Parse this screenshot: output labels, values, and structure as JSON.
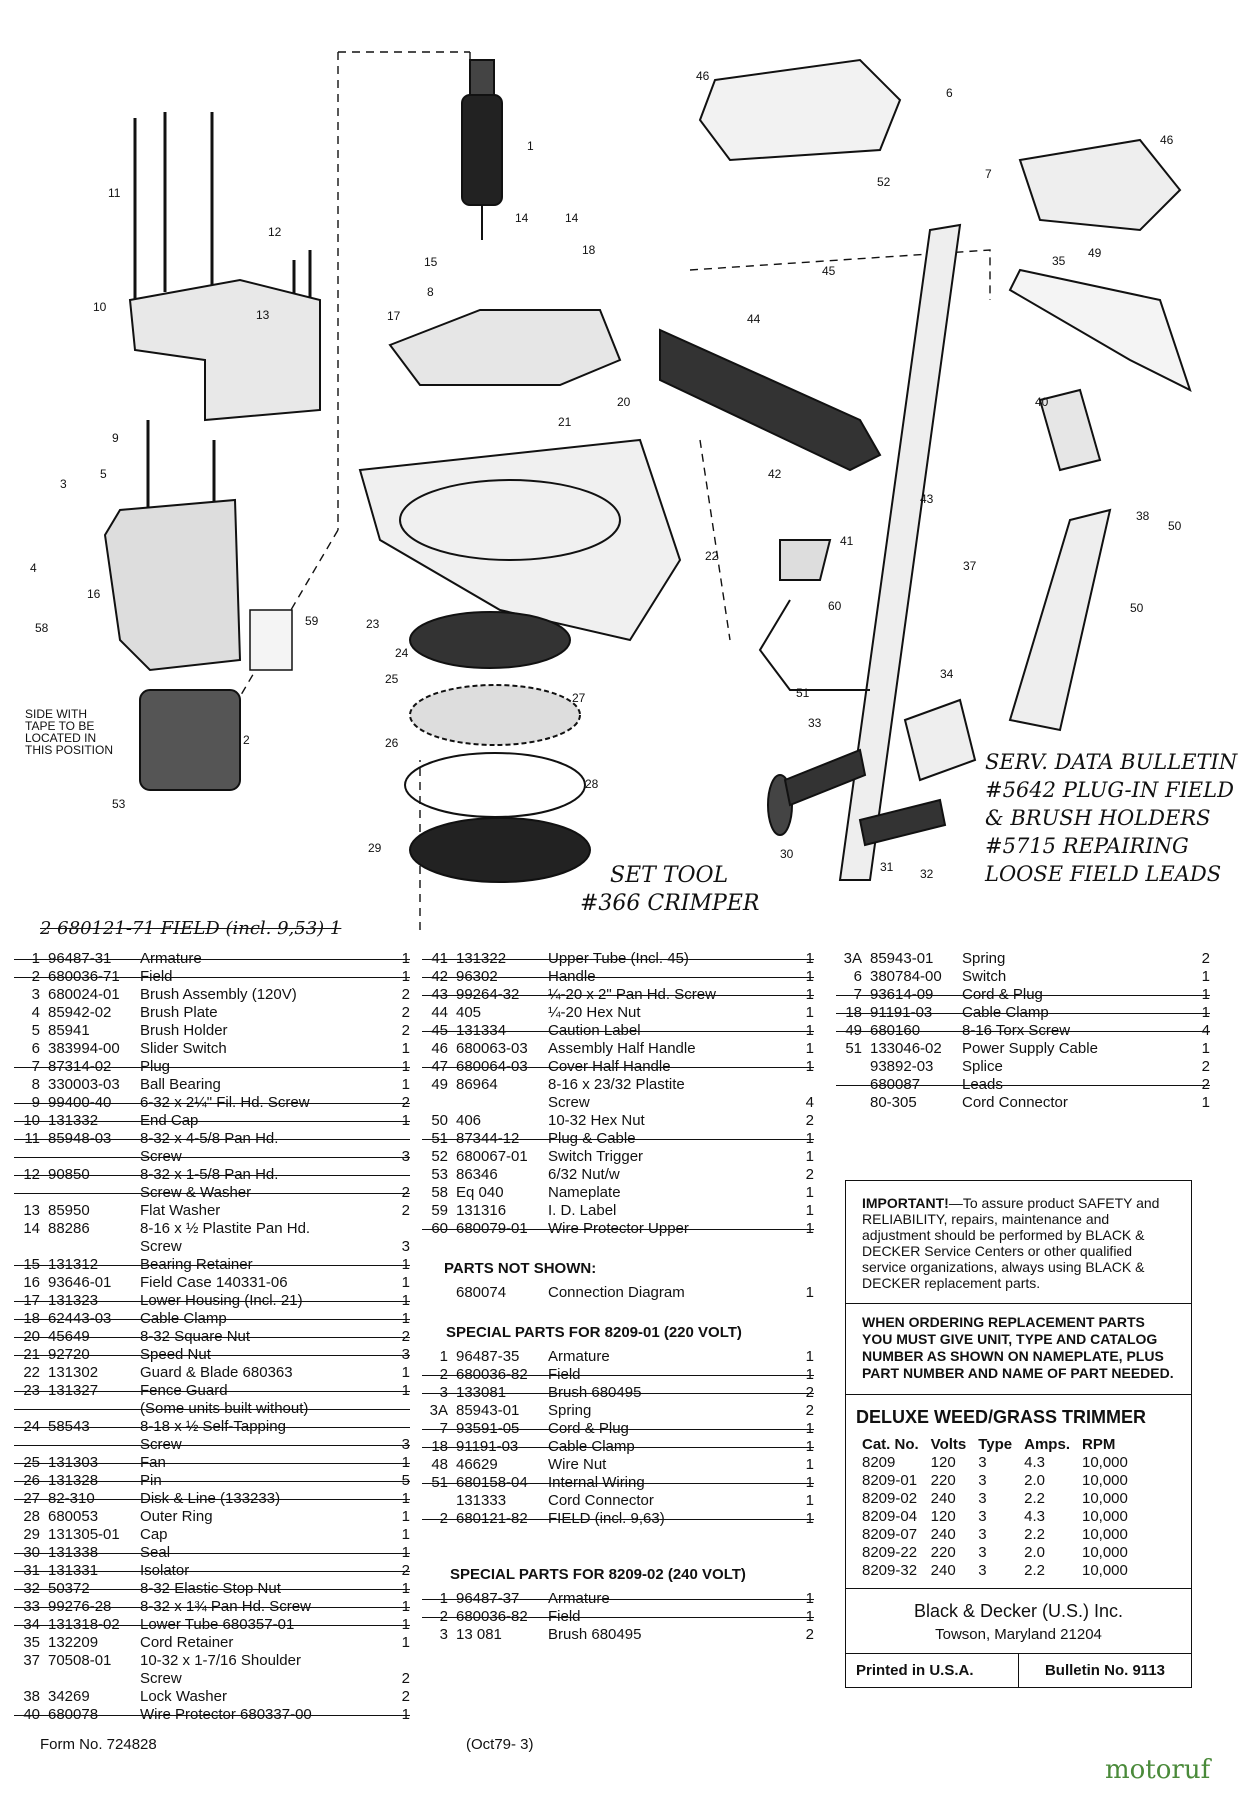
{
  "handwritten": {
    "serv_bulletin": [
      "SERV. DATA BULLETIN",
      "#5642 PLUG-IN FIELD",
      "& BRUSH HOLDERS",
      "#5715 REPAIRING",
      "LOOSE FIELD LEADS"
    ],
    "set_tool": [
      "SET TOOL",
      "#366 CRIMPER"
    ],
    "field_top": "2  680121-71  FIELD (incl. 9,53)  1"
  },
  "side_note": [
    "SIDE WITH",
    "TAPE TO BE",
    "LOCATED IN",
    "THIS POSITION"
  ],
  "callouts": [
    "1",
    "2",
    "3",
    "4",
    "5",
    "6",
    "7",
    "8",
    "9",
    "10",
    "11",
    "12",
    "13",
    "14",
    "14",
    "15",
    "16",
    "17",
    "18",
    "20",
    "21",
    "22",
    "23",
    "24",
    "25",
    "26",
    "27",
    "28",
    "29",
    "30",
    "31",
    "32",
    "33",
    "34",
    "35",
    "37",
    "38",
    "40",
    "41",
    "42",
    "43",
    "44",
    "45",
    "46",
    "46",
    "49",
    "50",
    "50",
    "51",
    "52",
    "53",
    "58",
    "59",
    "60"
  ],
  "col1": [
    {
      "no": "1",
      "pn": "96487-31",
      "desc": "Armature",
      "qty": "1",
      "struck": true
    },
    {
      "no": "2",
      "pn": "680036-71",
      "desc": "Field",
      "qty": "1",
      "struck": true
    },
    {
      "no": "3",
      "pn": "680024-01",
      "desc": "Brush Assembly (120V)",
      "qty": "2",
      "struck": false
    },
    {
      "no": "4",
      "pn": "85942-02",
      "desc": "Brush Plate",
      "qty": "2",
      "struck": false
    },
    {
      "no": "5",
      "pn": "85941",
      "desc": "Brush Holder",
      "qty": "2",
      "struck": false
    },
    {
      "no": "6",
      "pn": "383994-00",
      "desc": "Slider Switch",
      "qty": "1",
      "struck": false
    },
    {
      "no": "7",
      "pn": "87314-02",
      "desc": "Plug",
      "qty": "1",
      "struck": true
    },
    {
      "no": "8",
      "pn": "330003-03",
      "desc": "Ball Bearing",
      "qty": "1",
      "struck": false
    },
    {
      "no": "9",
      "pn": "99400-40",
      "desc": "6-32 x 2¼\" Fil. Hd. Screw",
      "qty": "2",
      "struck": true
    },
    {
      "no": "10",
      "pn": "131332",
      "desc": "End Cap",
      "qty": "1",
      "struck": true
    },
    {
      "no": "11",
      "pn": "85948-03",
      "desc": "8-32 x 4-5/8 Pan Hd.",
      "qty": "",
      "struck": true
    },
    {
      "no": "",
      "pn": "",
      "desc": "Screw",
      "qty": "3",
      "struck": true,
      "cont": true
    },
    {
      "no": "12",
      "pn": "90850",
      "desc": "8-32 x 1-5/8 Pan Hd.",
      "qty": "",
      "struck": true
    },
    {
      "no": "",
      "pn": "",
      "desc": "Screw & Washer",
      "qty": "2",
      "struck": true,
      "cont": true
    },
    {
      "no": "13",
      "pn": "85950",
      "desc": "Flat Washer",
      "qty": "2",
      "struck": false
    },
    {
      "no": "14",
      "pn": "88286",
      "desc": "8-16 x ½ Plastite Pan Hd.",
      "qty": "",
      "struck": false
    },
    {
      "no": "",
      "pn": "",
      "desc": "Screw",
      "qty": "3",
      "struck": false,
      "cont": true
    },
    {
      "no": "15",
      "pn": "131312",
      "desc": "Bearing Retainer",
      "qty": "1",
      "struck": true
    },
    {
      "no": "16",
      "pn": "93646-01",
      "desc": "Field Case 140331-06",
      "qty": "1",
      "struck": false
    },
    {
      "no": "17",
      "pn": "131323",
      "desc": "Lower Housing (Incl. 21)",
      "qty": "1",
      "struck": true
    },
    {
      "no": "18",
      "pn": "62443-03",
      "desc": "Cable Clamp",
      "qty": "1",
      "struck": true
    },
    {
      "no": "20",
      "pn": "45649",
      "desc": "8-32 Square Nut",
      "qty": "2",
      "struck": true
    },
    {
      "no": "21",
      "pn": "92720",
      "desc": "Speed Nut",
      "qty": "3",
      "struck": true
    },
    {
      "no": "22",
      "pn": "131302",
      "desc": "Guard & Blade 680363",
      "qty": "1",
      "struck": false
    },
    {
      "no": "23",
      "pn": "131327",
      "desc": "Fence Guard",
      "qty": "1",
      "struck": true
    },
    {
      "no": "",
      "pn": "",
      "desc": "(Some units built without)",
      "qty": "",
      "struck": true,
      "cont": true
    },
    {
      "no": "24",
      "pn": "58543",
      "desc": "8-18 x ½ Self-Tapping",
      "qty": "",
      "struck": true
    },
    {
      "no": "",
      "pn": "",
      "desc": "Screw",
      "qty": "3",
      "struck": true,
      "cont": true
    },
    {
      "no": "25",
      "pn": "131303",
      "desc": "Fan",
      "qty": "1",
      "struck": true
    },
    {
      "no": "26",
      "pn": "131328",
      "desc": "Pin",
      "qty": "5",
      "struck": true
    },
    {
      "no": "27",
      "pn": "82-310",
      "desc": "Disk & Line (133233)",
      "qty": "1",
      "struck": true
    },
    {
      "no": "28",
      "pn": "680053",
      "desc": "Outer Ring",
      "qty": "1",
      "struck": false
    },
    {
      "no": "29",
      "pn": "131305-01",
      "desc": "Cap",
      "qty": "1",
      "struck": false
    },
    {
      "no": "30",
      "pn": "131338",
      "desc": "Seal",
      "qty": "1",
      "struck": true
    },
    {
      "no": "31",
      "pn": "131331",
      "desc": "Isolator",
      "qty": "2",
      "struck": true
    },
    {
      "no": "32",
      "pn": "50372",
      "desc": "8-32 Elastic Stop Nut",
      "qty": "1",
      "struck": true
    },
    {
      "no": "33",
      "pn": "99276-28",
      "desc": "8-32 x 1¾ Pan Hd. Screw",
      "qty": "1",
      "struck": true
    },
    {
      "no": "34",
      "pn": "131318-02",
      "desc": "Lower Tube 680357-01",
      "qty": "1",
      "struck": true
    },
    {
      "no": "35",
      "pn": "132209",
      "desc": "Cord Retainer",
      "qty": "1",
      "struck": false
    },
    {
      "no": "37",
      "pn": "70508-01",
      "desc": "10-32 x 1-7/16 Shoulder",
      "qty": "",
      "struck": false
    },
    {
      "no": "",
      "pn": "",
      "desc": "Screw",
      "qty": "2",
      "struck": false,
      "cont": true
    },
    {
      "no": "38",
      "pn": "34269",
      "desc": "Lock Washer",
      "qty": "2",
      "struck": false
    },
    {
      "no": "40",
      "pn": "680078",
      "desc": "Wire Protector 680337-00",
      "qty": "1",
      "struck": true
    }
  ],
  "col2": [
    {
      "no": "41",
      "pn": "131322",
      "desc": "Upper Tube (Incl. 45)",
      "qty": "1",
      "struck": true
    },
    {
      "no": "42",
      "pn": "96302",
      "desc": "Handle",
      "qty": "1",
      "struck": true
    },
    {
      "no": "43",
      "pn": "99264-32",
      "desc": "¼-20 x 2\" Pan Hd. Screw",
      "qty": "1",
      "struck": true
    },
    {
      "no": "44",
      "pn": "405",
      "desc": "¼-20 Hex Nut",
      "qty": "1",
      "struck": false
    },
    {
      "no": "45",
      "pn": "131334",
      "desc": "Caution Label",
      "qty": "1",
      "struck": true
    },
    {
      "no": "46",
      "pn": "680063-03",
      "desc": "Assembly Half Handle",
      "qty": "1",
      "struck": false
    },
    {
      "no": "47",
      "pn": "680064-03",
      "desc": "Cover Half Handle",
      "qty": "1",
      "struck": true
    },
    {
      "no": "49",
      "pn": "86964",
      "desc": "8-16 x 23/32 Plastite",
      "qty": "",
      "struck": false
    },
    {
      "no": "",
      "pn": "",
      "desc": "Screw",
      "qty": "4",
      "struck": false,
      "cont": true
    },
    {
      "no": "50",
      "pn": "406",
      "desc": "10-32 Hex Nut",
      "qty": "2",
      "struck": false
    },
    {
      "no": "51",
      "pn": "87344-12",
      "desc": "Plug & Cable",
      "qty": "1",
      "struck": true
    },
    {
      "no": "52",
      "pn": "680067-01",
      "desc": "Switch Trigger",
      "qty": "1",
      "struck": false
    },
    {
      "no": "53",
      "pn": "86346",
      "desc": "6/32 Nut/w",
      "qty": "2",
      "struck": false
    },
    {
      "no": "58",
      "pn": "Eq 040",
      "desc": "Nameplate",
      "qty": "1",
      "struck": false
    },
    {
      "no": "59",
      "pn": "131316",
      "desc": "I. D. Label",
      "qty": "1",
      "struck": false
    },
    {
      "no": "60",
      "pn": "680079-01",
      "desc": "Wire Protector Upper",
      "qty": "1",
      "struck": true
    }
  ],
  "parts_not_shown": {
    "title": "PARTS NOT SHOWN:",
    "rows": [
      {
        "no": "",
        "pn": "680074",
        "desc": "Connection Diagram",
        "qty": "1",
        "struck": false
      }
    ]
  },
  "special_220": {
    "title": "SPECIAL PARTS FOR 8209-01 (220 VOLT)",
    "rows": [
      {
        "no": "1",
        "pn": "96487-35",
        "desc": "Armature",
        "qty": "1",
        "struck": false
      },
      {
        "no": "2",
        "pn": "680036-82",
        "desc": "Field",
        "qty": "1",
        "struck": true
      },
      {
        "no": "3",
        "pn": "133081",
        "desc": "Brush 680495",
        "qty": "2",
        "struck": true
      },
      {
        "no": "3A",
        "pn": "85943-01",
        "desc": "Spring",
        "qty": "2",
        "struck": false
      },
      {
        "no": "7",
        "pn": "93591-05",
        "desc": "Cord & Plug",
        "qty": "1",
        "struck": true
      },
      {
        "no": "18",
        "pn": "91191-03",
        "desc": "Cable Clamp",
        "qty": "1",
        "struck": true
      },
      {
        "no": "48",
        "pn": "46629",
        "desc": "Wire Nut",
        "qty": "1",
        "struck": false
      },
      {
        "no": "51",
        "pn": "680158-04",
        "desc": "Internal Wiring",
        "qty": "1",
        "struck": true
      },
      {
        "no": "",
        "pn": "131333",
        "desc": "Cord Connector",
        "qty": "1",
        "struck": false
      },
      {
        "no": "2",
        "pn": "680121-82",
        "desc": "FIELD (incl. 9,63)",
        "qty": "1",
        "struck": true
      }
    ]
  },
  "special_240": {
    "title": "SPECIAL PARTS FOR 8209-02 (240 VOLT)",
    "rows": [
      {
        "no": "1",
        "pn": "96487-37",
        "desc": "Armature",
        "qty": "1",
        "struck": true
      },
      {
        "no": "2",
        "pn": "680036-82",
        "desc": "Field",
        "qty": "1",
        "struck": true
      },
      {
        "no": "3",
        "pn": "13 081",
        "desc": "Brush 680495",
        "qty": "2",
        "struck": false
      }
    ]
  },
  "col3": [
    {
      "no": "3A",
      "pn": "85943-01",
      "desc": "Spring",
      "qty": "2",
      "struck": false
    },
    {
      "no": "6",
      "pn": "380784-00",
      "desc": "Switch",
      "qty": "1",
      "struck": false
    },
    {
      "no": "7",
      "pn": "93614-09",
      "desc": "Cord & Plug",
      "qty": "1",
      "struck": true
    },
    {
      "no": "18",
      "pn": "91191-03",
      "desc": "Cable Clamp",
      "qty": "1",
      "struck": true
    },
    {
      "no": "49",
      "pn": "680160",
      "desc": "8-16 Torx Screw",
      "qty": "4",
      "struck": true
    },
    {
      "no": "51",
      "pn": "133046-02",
      "desc": "Power Supply Cable",
      "qty": "1",
      "struck": false
    },
    {
      "no": "",
      "pn": "93892-03",
      "desc": "Splice",
      "qty": "2",
      "struck": false
    },
    {
      "no": "",
      "pn": "680087",
      "desc": "Leads",
      "qty": "2",
      "struck": true
    },
    {
      "no": "",
      "pn": "80-305",
      "desc": "Cord Connector",
      "qty": "1",
      "struck": false
    }
  ],
  "important": {
    "label": "IMPORTANT!",
    "text": "—To assure product SAFETY and RELIABILITY, repairs, maintenance and adjustment should be performed by BLACK & DECKER Service Centers or other qualified service organizations, always using BLACK & DECKER replacement parts."
  },
  "ordering": "WHEN ORDERING REPLACEMENT PARTS YOU MUST GIVE UNIT, TYPE AND CATALOG NUMBER AS SHOWN ON NAMEPLATE, PLUS PART NUMBER AND NAME OF PART NEEDED.",
  "product": {
    "title": "DELUXE WEED/GRASS TRIMMER",
    "headers": [
      "Cat. No.",
      "Volts",
      "Type",
      "Amps.",
      "RPM"
    ],
    "rows": [
      [
        "8209",
        "120",
        "3",
        "4.3",
        "10,000"
      ],
      [
        "8209-01",
        "220",
        "3",
        "2.0",
        "10,000"
      ],
      [
        "8209-02",
        "240",
        "3",
        "2.2",
        "10,000"
      ],
      [
        "8209-04",
        "120",
        "3",
        "4.3",
        "10,000"
      ],
      [
        "8209-07",
        "240",
        "3",
        "2.2",
        "10,000"
      ],
      [
        "8209-22",
        "220",
        "3",
        "2.0",
        "10,000"
      ],
      [
        "8209-32",
        "240",
        "3",
        "2.2",
        "10,000"
      ]
    ]
  },
  "company": {
    "name": "Black & Decker (U.S.) Inc.",
    "address": "Towson, Maryland 21204"
  },
  "printed": "Printed in U.S.A.",
  "bulletin": "Bulletin No. 9113",
  "form_no": "Form No. 724828",
  "date_code": "(Oct79-  3)",
  "watermark": "motoruf"
}
